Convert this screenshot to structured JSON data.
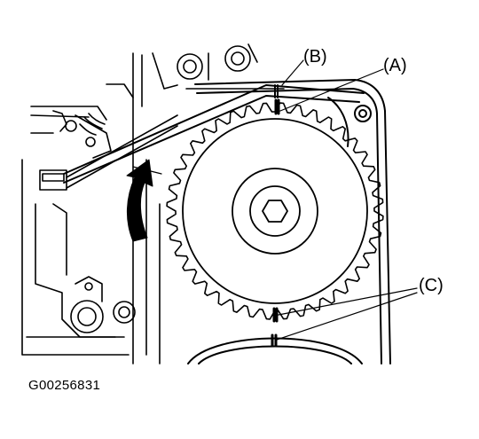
{
  "diagram": {
    "callouts": {
      "a": "(A)",
      "b": "(B)",
      "c": "(C)"
    },
    "figure_id": "G00256831"
  }
}
